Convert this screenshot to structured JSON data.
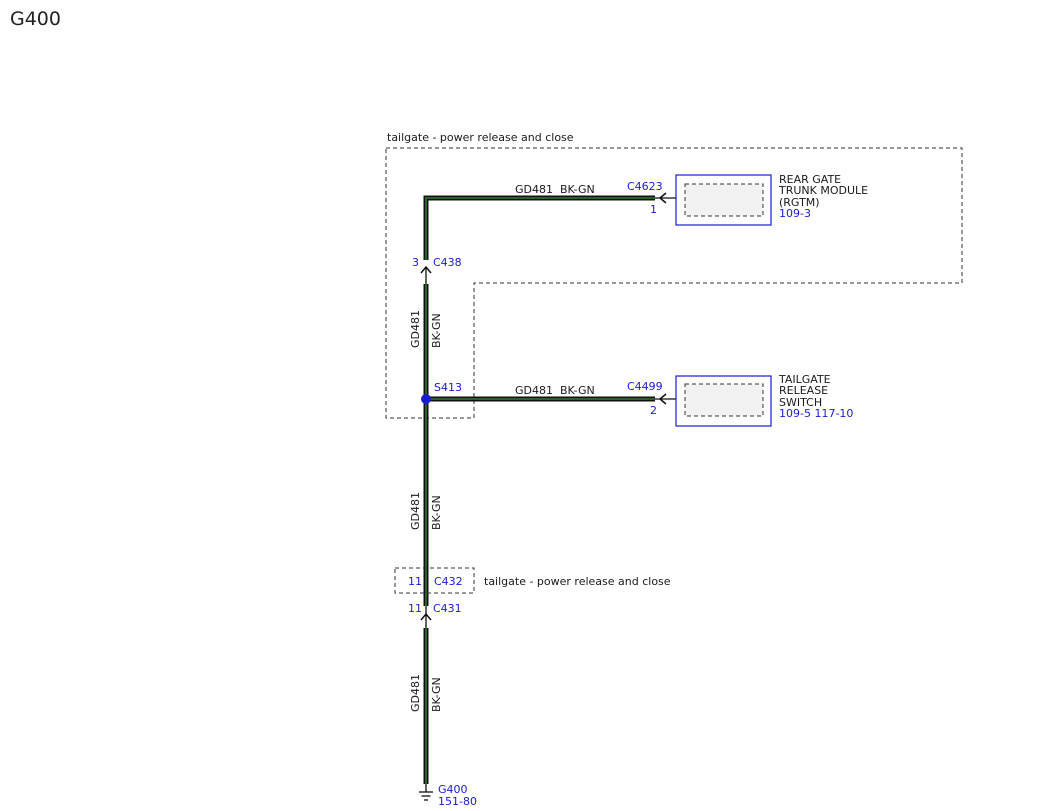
{
  "title": "G400",
  "colors": {
    "wire": "#2e6b2e",
    "wire_outline": "#111111",
    "blue": "#1a1ad0",
    "box_fill": "#f2f2f2"
  },
  "zone_label_top": "tailgate - power release and close",
  "zone_label_mid": "tailgate - power release and close",
  "wires": {
    "top": {
      "circuit": "GD481",
      "color": "BK-GN"
    },
    "upper_vertical": {
      "circuit": "GD481",
      "color": "BK-GN"
    },
    "middle": {
      "circuit": "GD481",
      "color": "BK-GN"
    },
    "lower_vertical": {
      "circuit": "GD481",
      "color": "BK-GN"
    },
    "bottom_vertical": {
      "circuit": "GD481",
      "color": "BK-GN"
    }
  },
  "connectors": {
    "c4623": {
      "name": "C4623",
      "pin": "1"
    },
    "c438": {
      "name": "C438",
      "pin": "3"
    },
    "c4499": {
      "name": "C4499",
      "pin": "2"
    },
    "c432": {
      "name": "C432",
      "pin": "11"
    },
    "c431": {
      "name": "C431",
      "pin": "11"
    }
  },
  "splice": {
    "name": "S413"
  },
  "components": {
    "rgtm": {
      "line1": "REAR GATE",
      "line2": "TRUNK MODULE",
      "line3": "(RGTM)",
      "ref": "109-3"
    },
    "switch": {
      "line1": "TAILGATE",
      "line2": "RELEASE",
      "line3": "SWITCH",
      "ref": "109-5  117-10"
    }
  },
  "ground": {
    "name": "G400",
    "ref": "151-80"
  }
}
